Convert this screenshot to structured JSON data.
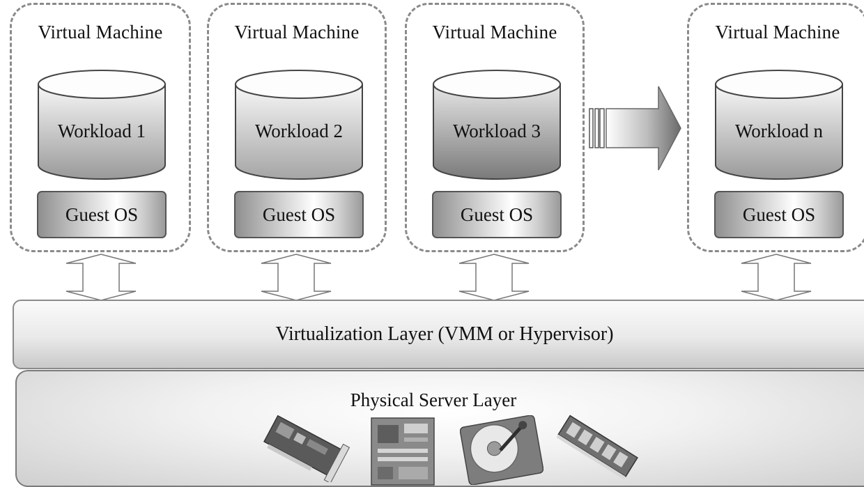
{
  "virtual_machines": [
    {
      "title": "Virtual Machine",
      "workload": "Workload 1",
      "os": "Guest OS"
    },
    {
      "title": "Virtual Machine",
      "workload": "Workload 2",
      "os": "Guest OS"
    },
    {
      "title": "Virtual Machine",
      "workload": "Workload 3",
      "os": "Guest OS"
    },
    {
      "title": "Virtual Machine",
      "workload": "Workload n",
      "os": "Guest OS"
    }
  ],
  "virtualization_layer": "Virtualization Layer (VMM or Hypervisor)",
  "physical_layer": {
    "title": "Physical Server Layer",
    "hardware_icons": [
      "network-card-icon",
      "motherboard-icon",
      "hard-disk-icon",
      "memory-module-icon"
    ]
  },
  "colors": {
    "dashed_border": "#8a8a8a",
    "cylinder_light": "#f4f4f4",
    "cylinder_dark": "#8c8c8c"
  }
}
